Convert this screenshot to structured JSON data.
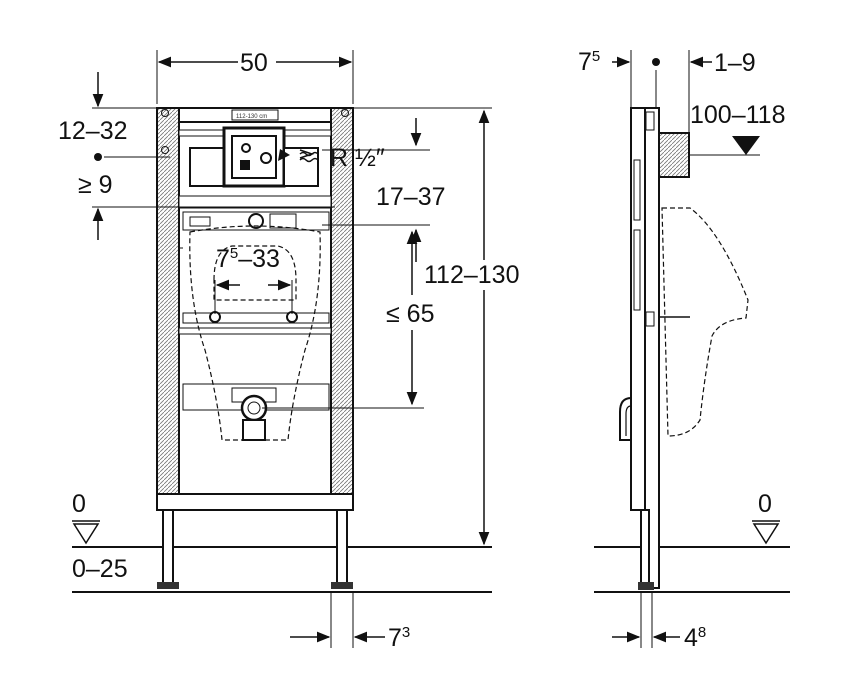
{
  "front_view": {
    "width_label": "50",
    "top_left_range": "12–32",
    "min_offset": "≥ 9",
    "connection": "R ½″",
    "connection_offset": "17–37",
    "total_height": "112–130",
    "fixing_range_main": "7",
    "fixing_range_sup": "5",
    "fixing_range_tail": "–33",
    "outlet_height": "≤ 65",
    "floor_zero": "0",
    "floor_range": "0–25",
    "foot_depth_main": "7",
    "foot_depth_sup": "3"
  },
  "side_view": {
    "frame_offset_main": "7",
    "frame_offset_sup": "5",
    "wall_range": "1–9",
    "pipe_range": "100–118",
    "floor_zero": "0",
    "foot_width_main": "4",
    "foot_width_sup": "8"
  },
  "plate_text": "112-130 cm"
}
